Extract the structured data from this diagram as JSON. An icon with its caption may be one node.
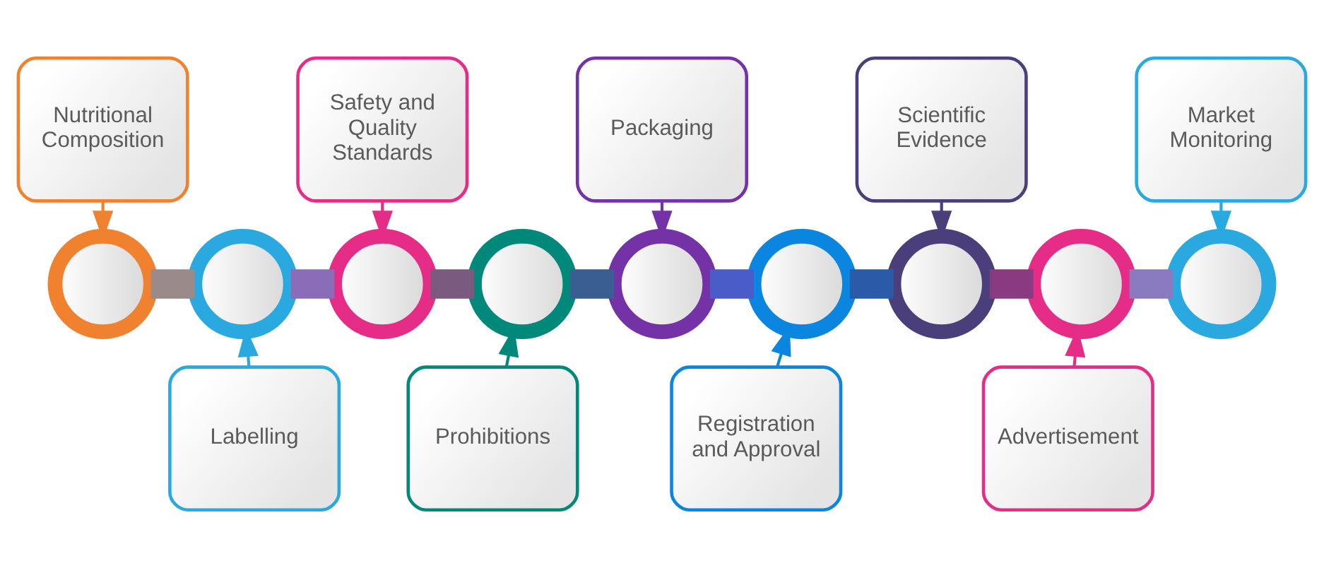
{
  "diagram": {
    "nodes": [
      {
        "text": [
          "Nutritional Composition"
        ]
      },
      {
        "text": [
          "Labelling"
        ]
      },
      {
        "text": [
          "Safety and Quality Standards"
        ]
      },
      {
        "text": [
          "Prohibitions"
        ]
      },
      {
        "text": [
          "Packaging"
        ]
      },
      {
        "text": [
          "Registration and Approval"
        ]
      },
      {
        "text": [
          "Scientific Evidence"
        ]
      },
      {
        "text": [
          "Advertisement"
        ]
      },
      {
        "text": [
          "Market Monitoring"
        ]
      },
      {
        "text": [],
        "shape": "circle"
      },
      {
        "text": [],
        "shape": "circle"
      },
      {
        "text": [],
        "shape": "circle"
      },
      {
        "text": [],
        "shape": "circle"
      },
      {
        "text": [],
        "shape": "circle"
      },
      {
        "text": [],
        "shape": "circle"
      },
      {
        "text": [],
        "shape": "circle"
      },
      {
        "text": [],
        "shape": "circle"
      },
      {
        "text": [],
        "shape": "circle"
      }
    ],
    "edges": [
      {
        "from": 0,
        "to": 9,
        "arrow": "to",
        "color": "#f0812f"
      },
      {
        "from": 1,
        "to": 10,
        "arrow": "to",
        "color": "#2aa8e0"
      },
      {
        "from": 2,
        "to": 11,
        "arrow": "to",
        "color": "#e52d87"
      },
      {
        "from": 3,
        "to": 12,
        "arrow": "to",
        "color": "#00897b"
      },
      {
        "from": 4,
        "to": 13,
        "arrow": "to",
        "color": "#7432a6"
      },
      {
        "from": 5,
        "to": 14,
        "arrow": "to",
        "color": "#0a85e0"
      },
      {
        "from": 6,
        "to": 15,
        "arrow": "to",
        "color": "#4a3f7a"
      },
      {
        "from": 7,
        "to": 16,
        "arrow": "to",
        "color": "#e52d87"
      },
      {
        "from": 8,
        "to": 17,
        "arrow": "to",
        "color": "#2aa8e0"
      },
      {
        "from": 9,
        "to": 10,
        "arrow": "none",
        "style": "thick",
        "color": "#9a8a8a"
      },
      {
        "from": 10,
        "to": 11,
        "arrow": "none",
        "style": "thick",
        "color": "#8a6cb8"
      },
      {
        "from": 11,
        "to": 12,
        "arrow": "none",
        "style": "thick",
        "color": "#7a5a7e"
      },
      {
        "from": 12,
        "to": 13,
        "arrow": "none",
        "style": "thick",
        "color": "#3a5e92"
      },
      {
        "from": 13,
        "to": 14,
        "arrow": "none",
        "style": "thick",
        "color": "#4a5cc8"
      },
      {
        "from": 14,
        "to": 15,
        "arrow": "none",
        "style": "thick",
        "color": "#2a5aa8"
      },
      {
        "from": 15,
        "to": 16,
        "arrow": "none",
        "style": "thick",
        "color": "#8a3a80"
      },
      {
        "from": 16,
        "to": 17,
        "arrow": "none",
        "style": "thick",
        "color": "#8a7ac0"
      }
    ]
  }
}
